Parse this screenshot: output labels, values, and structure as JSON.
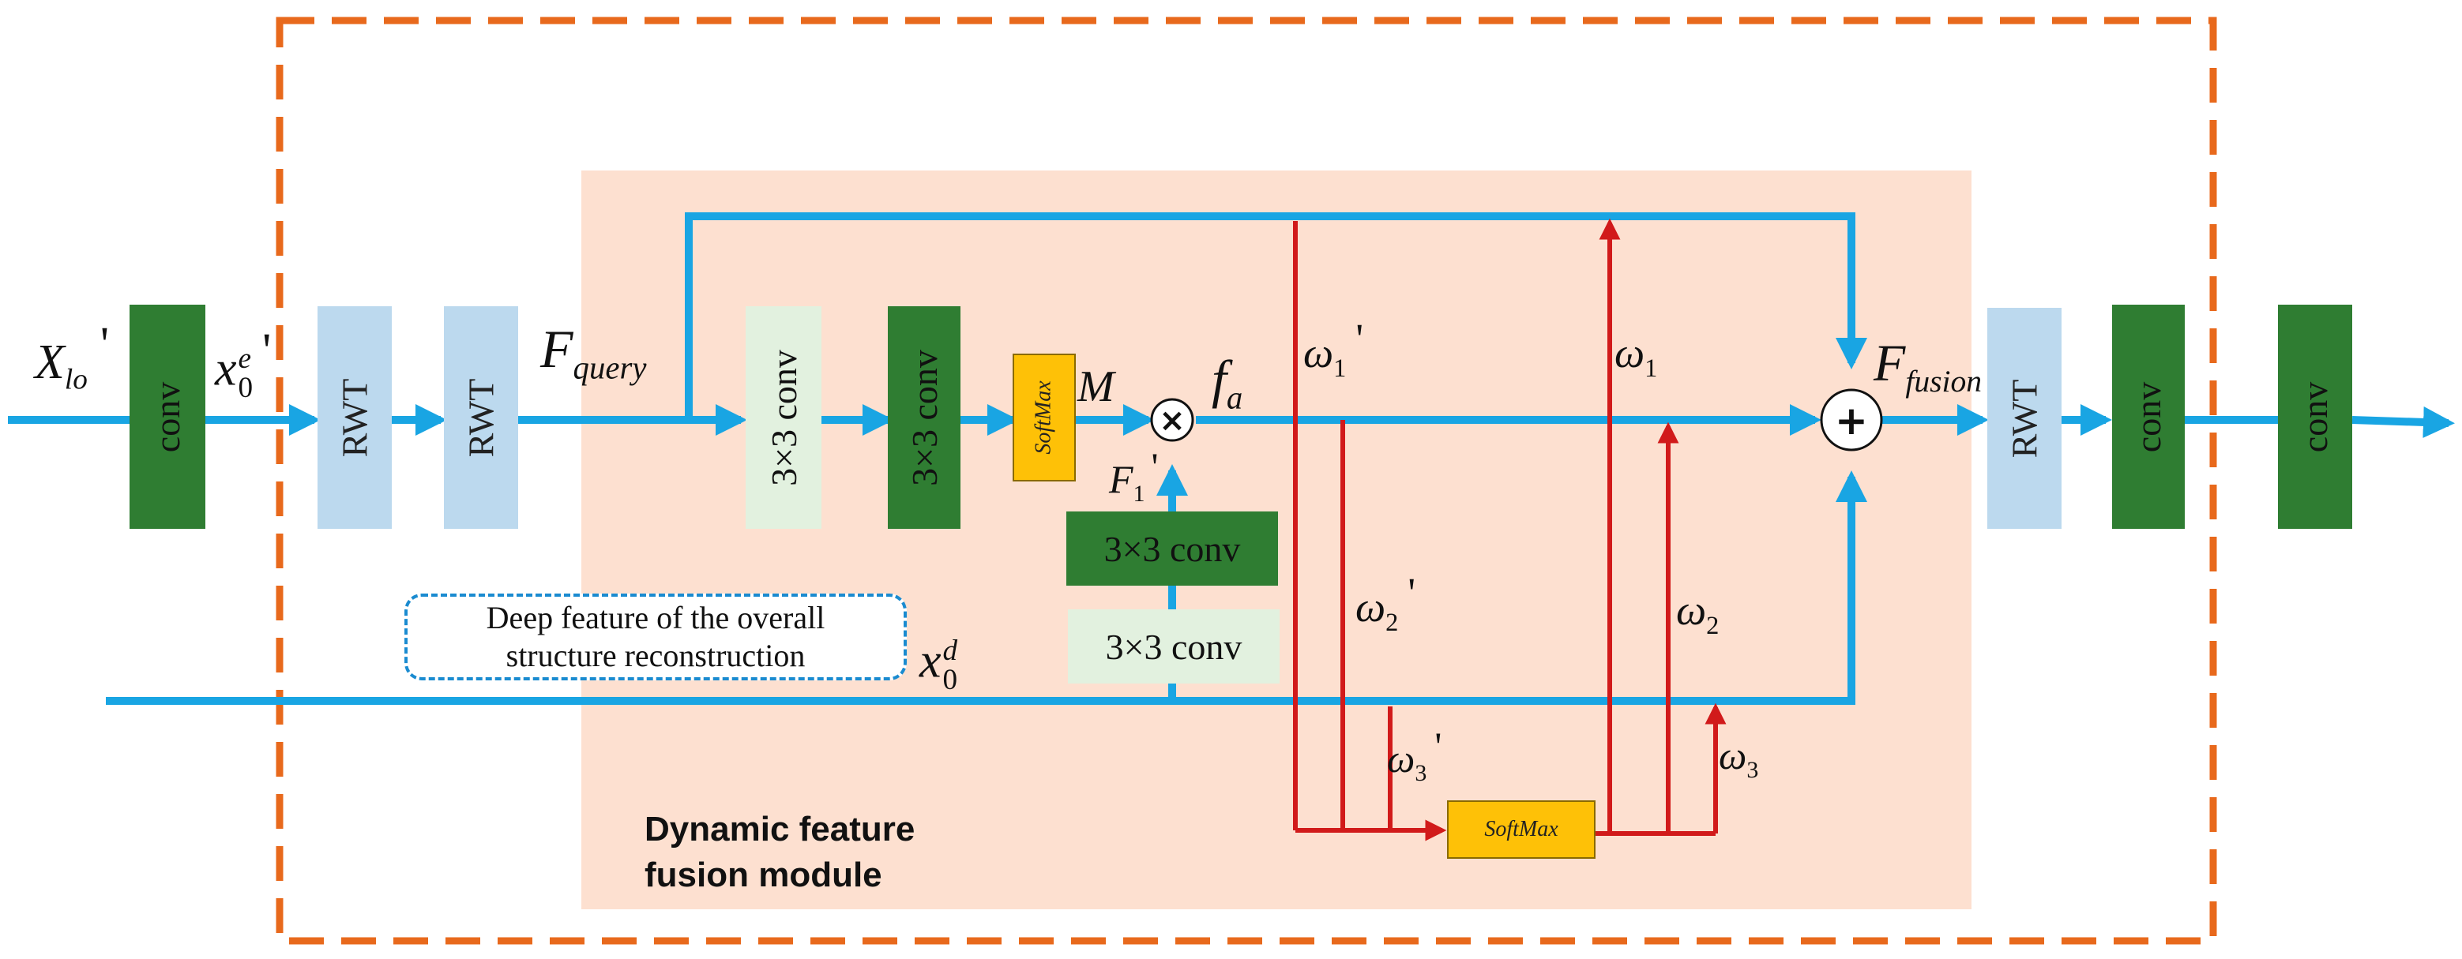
{
  "blocks": {
    "conv_in": "conv",
    "rwt_1": "RWT",
    "rwt_2": "RWT",
    "conv3_light": "3×3 conv",
    "conv3_dark": "3×3 conv",
    "softmax_top": "SoftMax",
    "conv3_mid_dark": "3×3 conv",
    "conv3_mid_light": "3×3 conv",
    "softmax_bottom": "SoftMax",
    "rwt_out": "RWT",
    "conv_out_1": "conv",
    "conv_out_2": "conv"
  },
  "operators": {
    "multiply": "×",
    "add": "+"
  },
  "symbols": {
    "x_lo": {
      "base": "X",
      "sub": "lo",
      "prime": "'"
    },
    "x0e": {
      "base": "x",
      "sub": "0",
      "sup": "e",
      "prime": "'"
    },
    "f_query": {
      "base": "F",
      "sub": "query"
    },
    "m": {
      "base": "M"
    },
    "f_a": {
      "base": "f",
      "sub": "a"
    },
    "f1": {
      "base": "F",
      "sub": "1",
      "prime": "'"
    },
    "w1p": {
      "base": "ω",
      "sub": "1",
      "prime": "'"
    },
    "w2p": {
      "base": "ω",
      "sub": "2",
      "prime": "'"
    },
    "w3p": {
      "base": "ω",
      "sub": "3",
      "prime": "'"
    },
    "w1": {
      "base": "ω",
      "sub": "1"
    },
    "w2": {
      "base": "ω",
      "sub": "2"
    },
    "w3": {
      "base": "ω",
      "sub": "3"
    },
    "f_fusion": {
      "base": "F",
      "sub": "fusion"
    },
    "x0d": {
      "base": "x",
      "sub": "0",
      "sup": "d"
    }
  },
  "note": {
    "line1": "Deep feature of the overall",
    "line2": "structure reconstruction"
  },
  "module_title": {
    "line1": "Dynamic feature",
    "line2": "fusion module"
  },
  "colors": {
    "flow_blue": "#19a5e3",
    "weight_red": "#d11a1a",
    "frame_orange": "#e8691c",
    "module_bg": "#fde0d0",
    "conv_dark": "#2f7d32",
    "conv_light": "#e2f1df",
    "rwt": "#bcd9ee",
    "softmax": "#fec107"
  }
}
